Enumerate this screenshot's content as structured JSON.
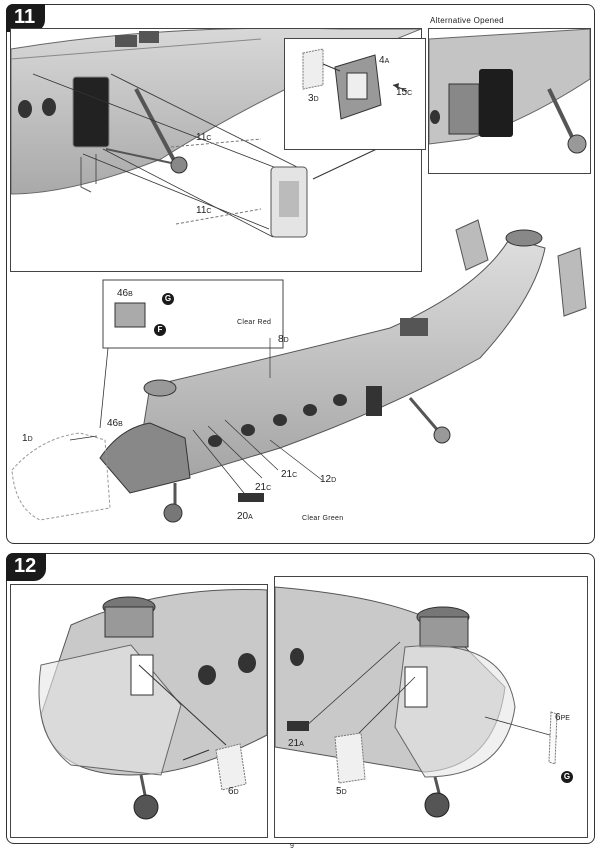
{
  "step11": {
    "number": "11",
    "alt_title": "Alternative Opened",
    "parts": {
      "p4a": {
        "num": "4",
        "sub": "A"
      },
      "p3d": {
        "num": "3",
        "sub": "D"
      },
      "p15c": {
        "num": "15",
        "sub": "C"
      },
      "p11c_a": {
        "num": "11",
        "sub": "C"
      },
      "p11c_b": {
        "num": "11",
        "sub": "C"
      },
      "p46b_detail": {
        "num": "46",
        "sub": "B"
      },
      "p46b": {
        "num": "46",
        "sub": "B"
      },
      "p1d": {
        "num": "1",
        "sub": "D"
      },
      "p8d": {
        "num": "8",
        "sub": "D"
      },
      "p21c_a": {
        "num": "21",
        "sub": "C"
      },
      "p21c_b": {
        "num": "21",
        "sub": "C"
      },
      "p12d": {
        "num": "12",
        "sub": "D"
      },
      "p20a": {
        "num": "20",
        "sub": "A"
      }
    },
    "clear_red": "Clear Red",
    "clear_green": "Clear Green",
    "callout_g": "G",
    "callout_f": "F"
  },
  "step12": {
    "number": "12",
    "parts": {
      "p6d": {
        "num": "6",
        "sub": "D"
      },
      "p21a": {
        "num": "21",
        "sub": "A"
      },
      "p5d": {
        "num": "5",
        "sub": "D"
      },
      "p6pe": {
        "num": "6",
        "sub": "PE"
      }
    },
    "callout_g": "G"
  },
  "page_number": "9"
}
